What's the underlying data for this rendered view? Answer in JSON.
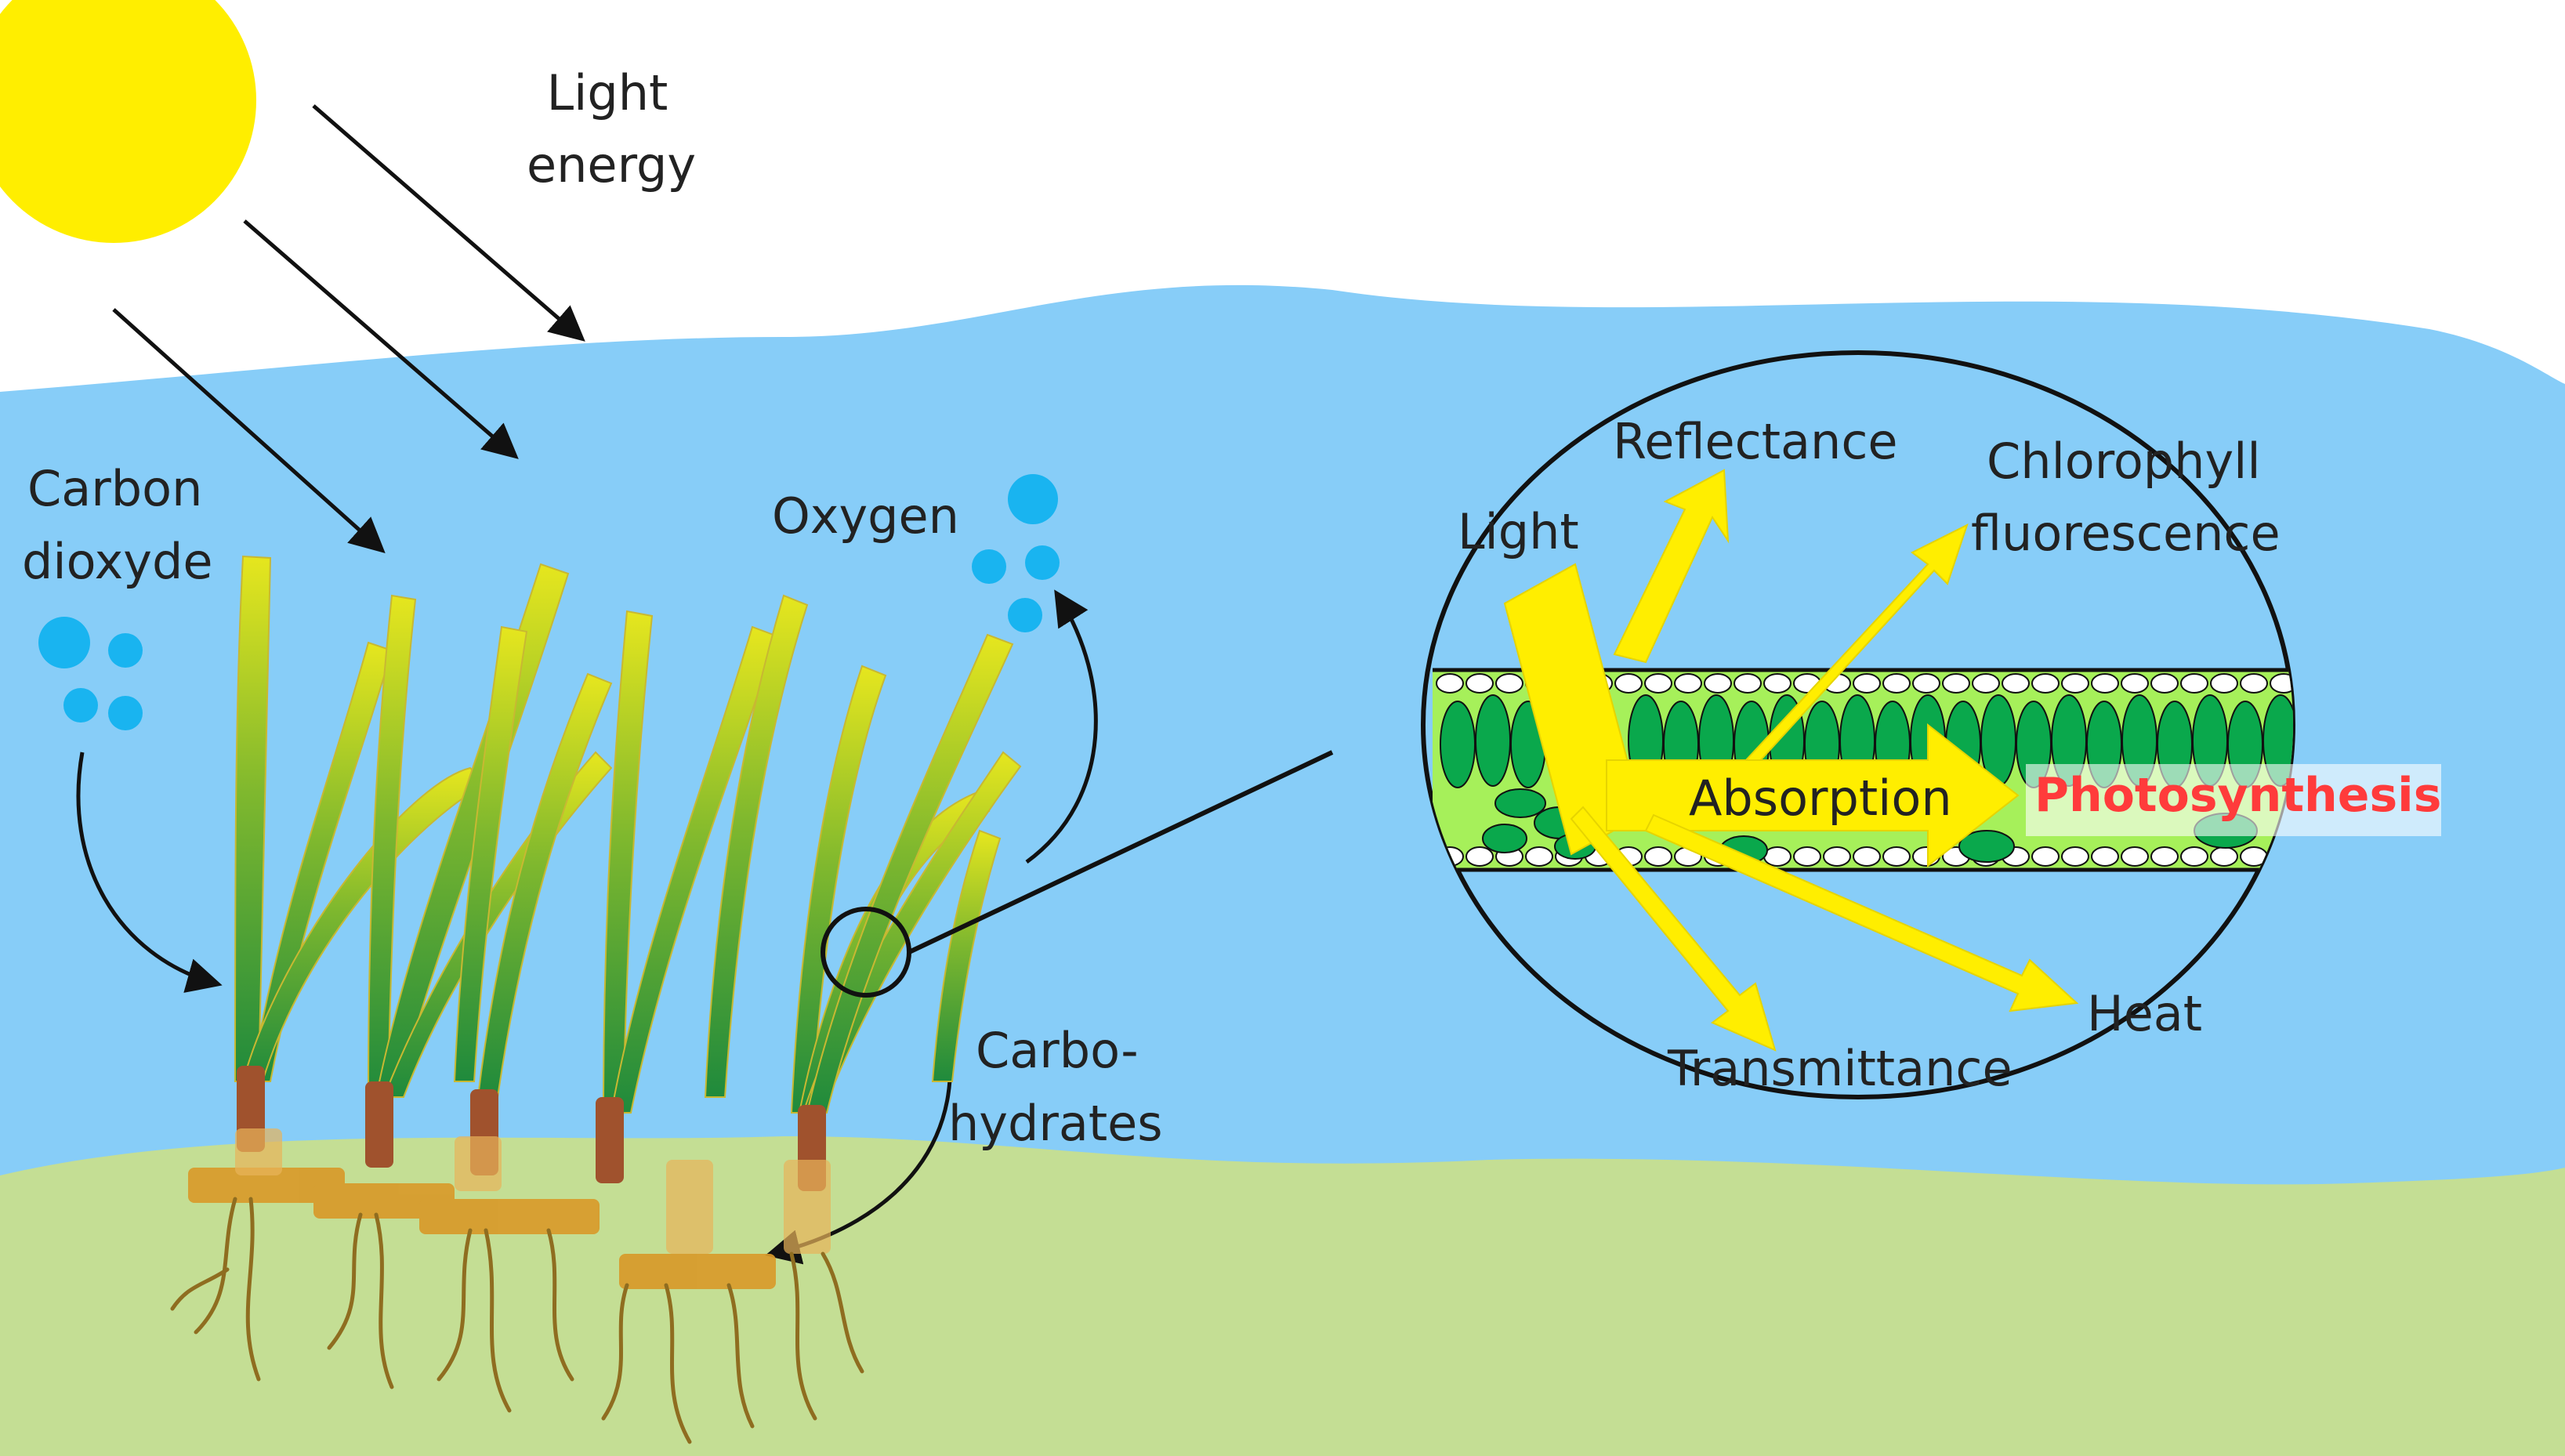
{
  "labels": {
    "light_energy_line1": "Light",
    "light_energy_line2": "energy",
    "carbon_dioxide_line1": "Carbon",
    "carbon_dioxide_line2": "dioxyde",
    "oxygen": "Oxygen",
    "carbohydrates_line1": "Carbo-",
    "carbohydrates_line2": "hydrates",
    "light": "Light",
    "reflectance": "Reflectance",
    "chlorophyll_line1": "Chlorophyll",
    "chlorophyll_line2": "fluorescence",
    "absorption": "Absorption",
    "photosynthesis": "Photosynthesis",
    "heat": "Heat",
    "transmittance": "Transmittance"
  },
  "colors": {
    "sun": "#ffee00",
    "water": "#87cdf8",
    "sediment": "#c4de94",
    "bubble": "#19b4f0",
    "arrow_yellow": "#ffee00",
    "cell_green": "#0aa84c",
    "mesophyll_light": "#a6f05a",
    "leaf_dark": "#1f8a3c",
    "leaf_light": "#e6e61e",
    "rhizome": "#d89a2a",
    "stem": "#a0522d",
    "text": "#222222",
    "photosynthesis_text": "#ff3b3b"
  }
}
